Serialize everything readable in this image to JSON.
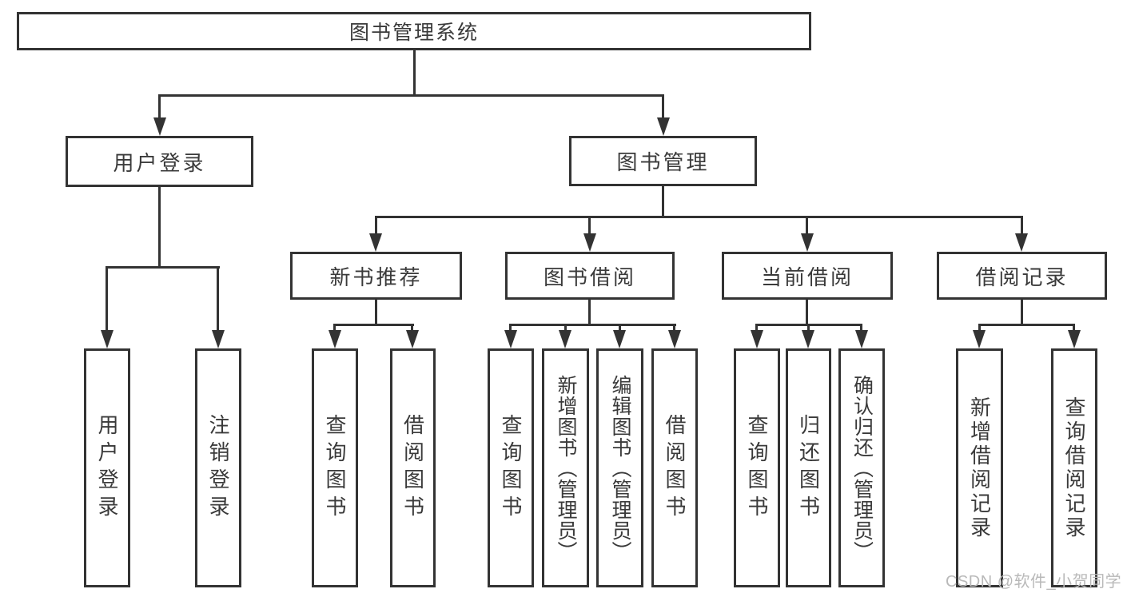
{
  "colors": {
    "line": "#333333",
    "text": "#3a3a3a",
    "background": "#ffffff",
    "watermark": "#b9b9b9"
  },
  "watermark": "CSDN @软件_小贺同学",
  "hierarchy": {
    "root": "图书管理系统",
    "children": [
      {
        "label": "用户登录",
        "children": [
          "用户登录",
          "注销登录"
        ]
      },
      {
        "label": "图书管理",
        "children": [
          {
            "label": "新书推荐",
            "children": [
              "查询图书",
              "借阅图书"
            ]
          },
          {
            "label": "图书借阅",
            "children": [
              "查询图书",
              "新增图书（管理员）",
              "编辑图书（管理员）",
              "借阅图书"
            ]
          },
          {
            "label": "当前借阅",
            "children": [
              "查询图书",
              "归还图书",
              "确认归还（管理员）"
            ]
          },
          {
            "label": "借阅记录",
            "children": [
              "新增借阅记录",
              "查询借阅记录"
            ]
          }
        ]
      }
    ]
  }
}
